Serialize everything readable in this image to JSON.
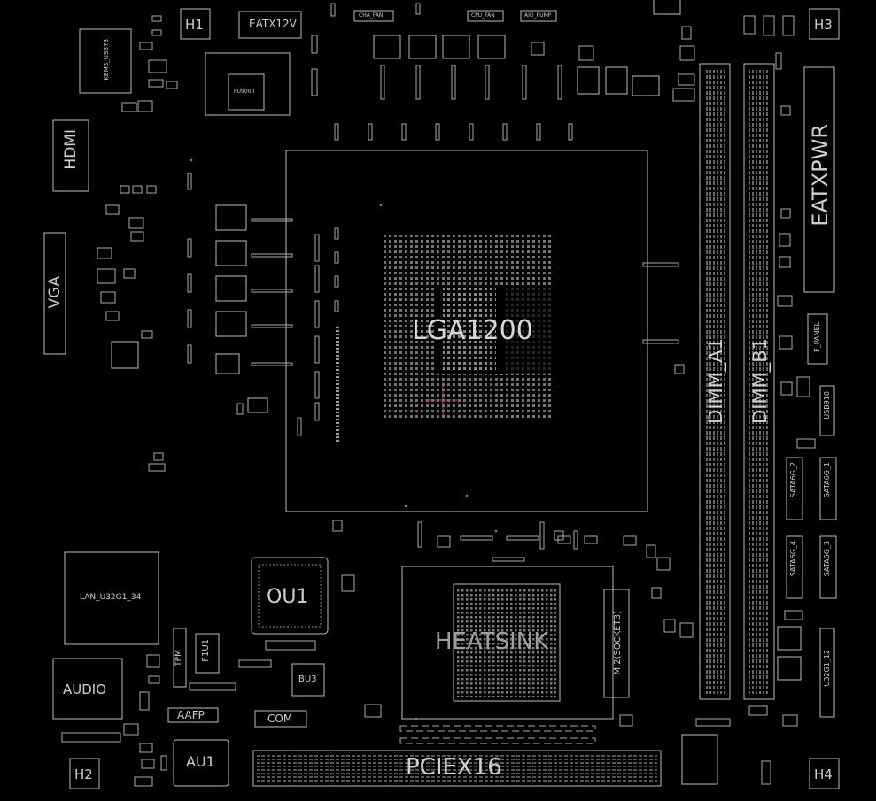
{
  "board_labels": {
    "h1": "H1",
    "h2": "H2",
    "h3": "H3",
    "h4": "H4",
    "eatx12v": "EATX12V",
    "kbms_usb78": "KBMS_USB78",
    "pu9000": "PU9000",
    "hdmi": "HDMI",
    "vga": "VGA",
    "cha_fan": "CHA_FAN",
    "cpu_fan": "CPU_FAN",
    "aio_pump": "AIO_PUMP",
    "socket": "LGA1200",
    "eatxpwr": "EATXPWR",
    "dimm_a1": "DIMM_A1",
    "dimm_b1": "DIMM_B1",
    "f_panel": "F_PANEL",
    "usb910": "USB910",
    "sata6g_2": "SATA6G_2",
    "sata6g_1": "SATA6G_1",
    "sata6g_4": "SATA6G_4",
    "sata6g_3": "SATA6G_3",
    "u32g1_12": "U32G1_12",
    "lan": "LAN_U32G1_34",
    "audio": "AUDIO",
    "ou1": "OU1",
    "tpm": "TPM",
    "f1u1": "F1U1",
    "bu3": "BU3",
    "aafp": "AAFP",
    "com": "COM",
    "au1": "AU1",
    "heatsink": "HEATSINK",
    "m2": "M.2(SOCKET3)",
    "pciex16": "PCIEX16"
  }
}
